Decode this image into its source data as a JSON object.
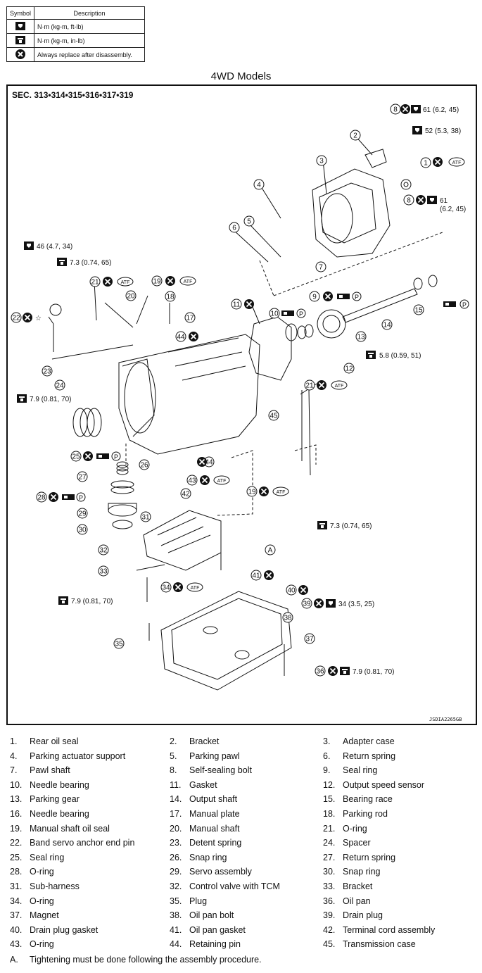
{
  "symbol_table": {
    "header_symbol": "Symbol",
    "header_description": "Description",
    "rows": [
      {
        "icon": "torque-ftlb-icon",
        "description": "N·m (kg-m, ft-lb)"
      },
      {
        "icon": "torque-inlb-icon",
        "description": "N·m (kg-m, in-lb)"
      },
      {
        "icon": "replace-icon",
        "description": "Always replace after disassembly."
      }
    ]
  },
  "title": "4WD Models",
  "section": "SEC. 313•314•315•316•317•319",
  "figure_id": "JSDIA2265GB",
  "callouts": {
    "torque_8": "61 (6.2, 45)",
    "torque_2": "52 (5.3, 38)",
    "torque_8b_a": "61",
    "torque_8b_b": "(6.2, 45)",
    "torque_22": "46 (4.7, 34)",
    "torque_21a": "7.3 (0.74, 65)",
    "torque_12": "5.8 (0.59, 51)",
    "torque_24": "7.9 (0.81, 70)",
    "torque_21b": "7.3 (0.74, 65)",
    "torque_33": "7.9 (0.81, 70)",
    "torque_39": "34 (3.5, 25)",
    "torque_36": "7.9 (0.81, 70)",
    "atf": "ATF",
    "petrolatum": "P",
    "star": "☆",
    "ref_a": "A"
  },
  "legend": [
    {
      "num": "1.",
      "label": "Rear oil seal"
    },
    {
      "num": "2.",
      "label": "Bracket"
    },
    {
      "num": "3.",
      "label": "Adapter case"
    },
    {
      "num": "4.",
      "label": "Parking actuator support"
    },
    {
      "num": "5.",
      "label": "Parking pawl"
    },
    {
      "num": "6.",
      "label": "Return spring"
    },
    {
      "num": "7.",
      "label": "Pawl shaft"
    },
    {
      "num": "8.",
      "label": "Self-sealing bolt"
    },
    {
      "num": "9.",
      "label": "Seal ring"
    },
    {
      "num": "10.",
      "label": "Needle bearing"
    },
    {
      "num": "11.",
      "label": "Gasket"
    },
    {
      "num": "12.",
      "label": "Output speed sensor"
    },
    {
      "num": "13.",
      "label": "Parking gear"
    },
    {
      "num": "14.",
      "label": "Output shaft"
    },
    {
      "num": "15.",
      "label": "Bearing race"
    },
    {
      "num": "16.",
      "label": "Needle bearing"
    },
    {
      "num": "17.",
      "label": "Manual plate"
    },
    {
      "num": "18.",
      "label": "Parking rod"
    },
    {
      "num": "19.",
      "label": "Manual shaft oil seal"
    },
    {
      "num": "20.",
      "label": "Manual shaft"
    },
    {
      "num": "21.",
      "label": "O-ring"
    },
    {
      "num": "22.",
      "label": "Band servo anchor end pin"
    },
    {
      "num": "23.",
      "label": "Detent spring"
    },
    {
      "num": "24.",
      "label": "Spacer"
    },
    {
      "num": "25.",
      "label": "Seal ring"
    },
    {
      "num": "26.",
      "label": "Snap ring"
    },
    {
      "num": "27.",
      "label": "Return spring"
    },
    {
      "num": "28.",
      "label": "O-ring"
    },
    {
      "num": "29.",
      "label": "Servo assembly"
    },
    {
      "num": "30.",
      "label": "Snap ring"
    },
    {
      "num": "31.",
      "label": "Sub-harness"
    },
    {
      "num": "32.",
      "label": "Control valve with TCM"
    },
    {
      "num": "33.",
      "label": "Bracket"
    },
    {
      "num": "34.",
      "label": "O-ring"
    },
    {
      "num": "35.",
      "label": "Plug"
    },
    {
      "num": "36.",
      "label": "Oil pan"
    },
    {
      "num": "37.",
      "label": "Magnet"
    },
    {
      "num": "38.",
      "label": "Oil pan bolt"
    },
    {
      "num": "39.",
      "label": "Drain plug"
    },
    {
      "num": "40.",
      "label": "Drain plug gasket"
    },
    {
      "num": "41.",
      "label": "Oil pan gasket"
    },
    {
      "num": "42.",
      "label": "Terminal cord assembly"
    },
    {
      "num": "43.",
      "label": "O-ring"
    },
    {
      "num": "44.",
      "label": "Retaining pin"
    },
    {
      "num": "45.",
      "label": "Transmission case"
    }
  ],
  "note": {
    "num": "A.",
    "label": "Tightening must be done following the assembly procedure."
  }
}
